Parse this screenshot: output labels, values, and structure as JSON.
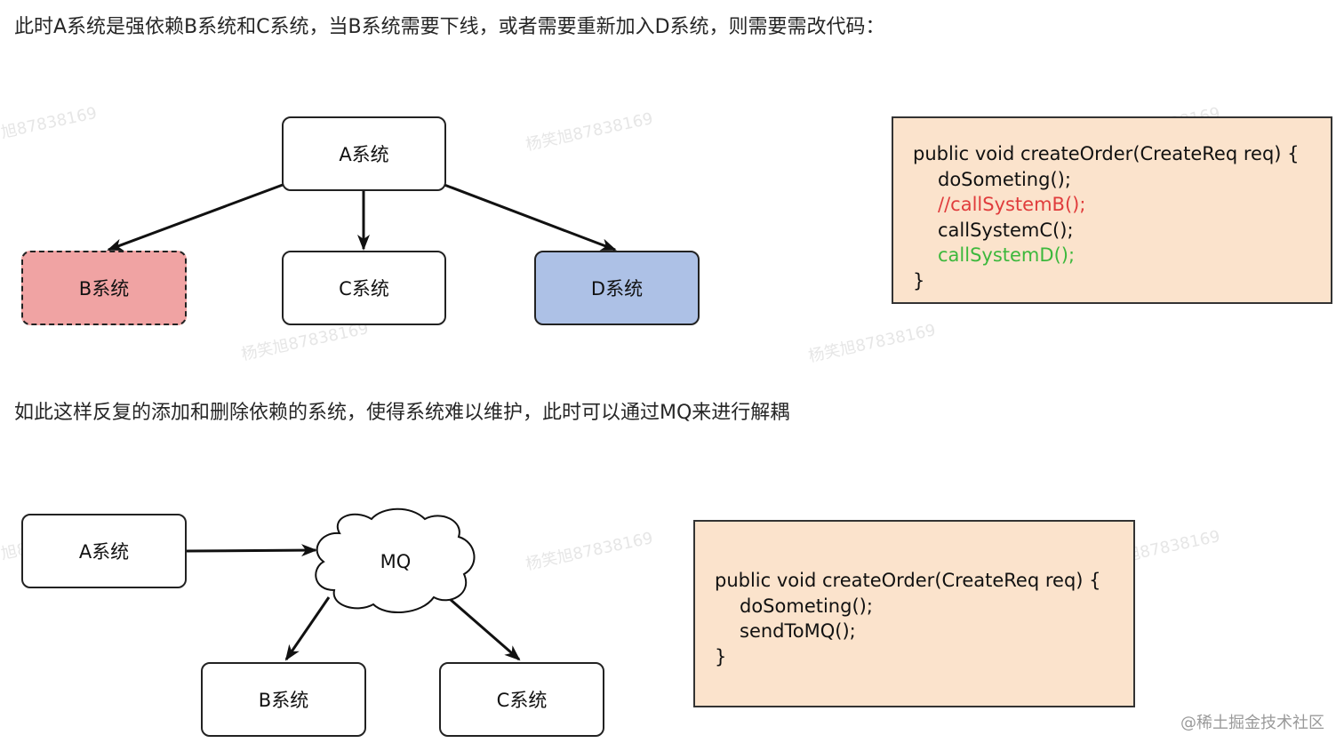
{
  "text": {
    "intro": "此时A系统是强依赖B系统和C系统，当B系统需要下线，或者需要重新加入D系统，则需要需改代码：",
    "middle": "如此这样反复的添加和删除依赖的系统，使得系统难以维护，此时可以通过MQ来进行解耦"
  },
  "diagram1": {
    "nodes": {
      "a": "A系统",
      "b": "B系统",
      "c": "C系统",
      "d": "D系统"
    },
    "colors": {
      "b_fill": "#f0a3a3",
      "d_fill": "#adc1e6"
    }
  },
  "code1": {
    "line1": "public void createOrder(CreateReq req) {",
    "line2": "doSometing();",
    "line3": "//callSystemB();",
    "line4": "callSystemC();",
    "line5": "callSystemD();",
    "line6": "}",
    "colors": {
      "removed": "#e03c3c",
      "added": "#3cb83c",
      "background": "#fbe3cc"
    }
  },
  "diagram2": {
    "nodes": {
      "a": "A系统",
      "mq": "MQ",
      "b": "B系统",
      "c": "C系统"
    }
  },
  "code2": {
    "line1": "public void createOrder(CreateReq req) {",
    "line2": "doSometing();",
    "line3": "sendToMQ();",
    "line4": "}"
  },
  "watermark": {
    "text": "杨笑旭87838169",
    "partial": "旭87838169"
  },
  "credit": "@稀土掘金技术社区"
}
